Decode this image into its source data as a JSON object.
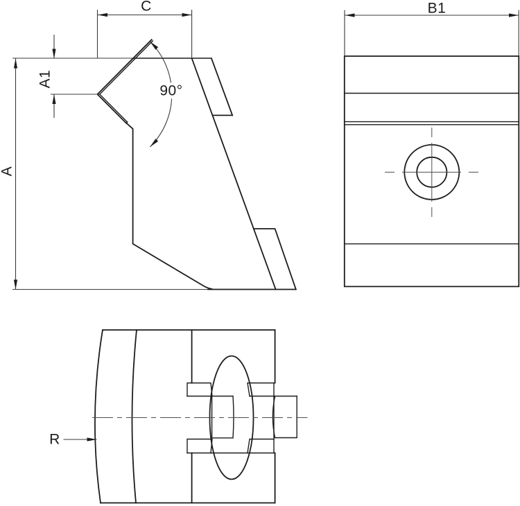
{
  "drawing": {
    "labels": {
      "c": "C",
      "b1": "B1",
      "a": "A",
      "a1": "A1",
      "angle": "90°",
      "r": "R"
    },
    "colors": {
      "background": "#ffffff",
      "outline": "#1c1c1c",
      "dimension_lines": "#3a3a3a",
      "centerlines": "#4d4d4d"
    }
  }
}
